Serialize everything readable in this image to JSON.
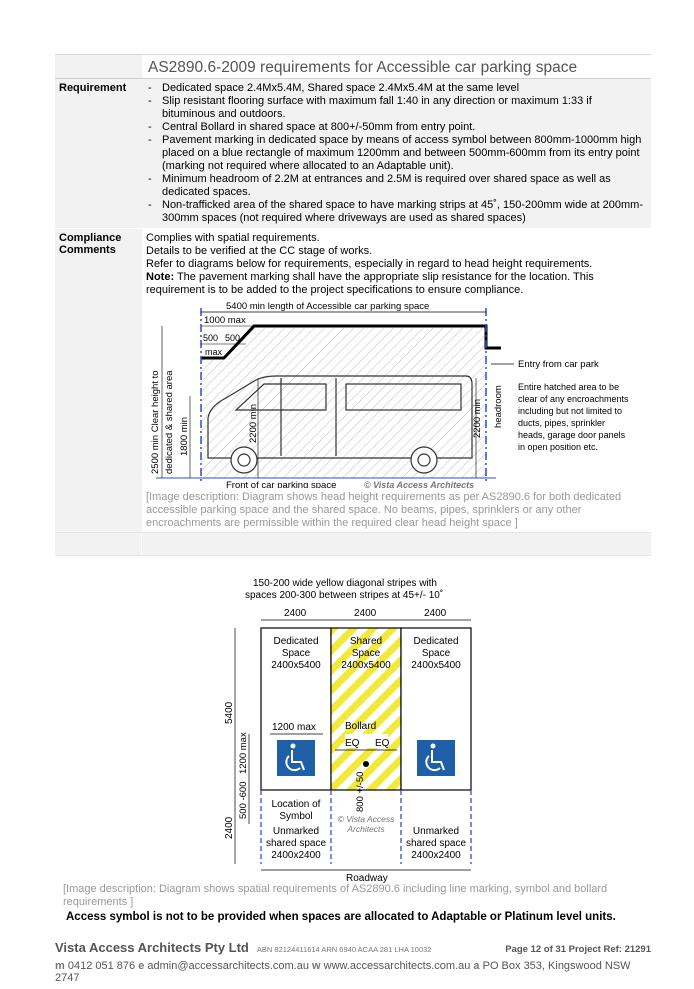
{
  "table": {
    "title": "AS2890.6-2009 requirements for Accessible car parking space",
    "requirement_label": "Requirement",
    "requirements": [
      "Dedicated space 2.4Mx5.4M, Shared space 2.4Mx5.4M at the same level",
      "Slip resistant flooring surface with maximum fall 1:40 in any direction or maximum 1:33 if bituminous and outdoors.",
      "Central Bollard in shared space at 800+/-50mm from entry point.",
      "Pavement marking in dedicated space by means of access symbol between 800mm-1000mm high placed on a blue rectangle of maximum 1200mm and between 500mm-600mm from its entry point (marking not required where allocated to an Adaptable unit).",
      "Minimum headroom of 2.2M at entrances and 2.5M is required over shared space as well as dedicated spaces.",
      "Non-trafficked area of the shared space to have marking strips at 45˚, 150-200mm wide at 200mm-300mm spaces (not required where driveways are used as shared spaces)"
    ],
    "compliance_label_1": "Compliance",
    "compliance_label_2": "Comments",
    "compliance_lines": [
      "Complies with spatial requirements.",
      "Details to be verified at the CC stage of works.",
      "Refer to diagrams below for requirements, especially in regard to head height requirements."
    ],
    "note_label": "Note:",
    "note_text": " The pavement marking shall have the appropriate slip resistance for the location. This requirement is to be added to the project specifications to ensure compliance.",
    "diagram1_desc": "[Image description: Diagram shows head height requirements as per AS2890.6 for both dedicated accessible parking space and the shared space. No beams, pipes, sprinklers or any other encroachments are permissible within the required clear head height space ]"
  },
  "diagram1": {
    "top_dim": "5400 min length of Accessible car parking space",
    "d1000": "1000 max",
    "d500a": "500",
    "d500b": "500",
    "dmax": "max",
    "v2500": "2500 min Clear height to",
    "v2500b": "dedicated & shared area",
    "v1800": "1800 min",
    "v2200a": "2200 min",
    "v2200b": "2200 min",
    "headroom": "headroom",
    "entry": "Entry from car park",
    "note_lines": [
      "Entire hatched area to be",
      "clear of any encroachments",
      "including but not limited to",
      "ducts, pipes, sprinkler",
      "heads, garage door panels",
      "in open position etc."
    ],
    "front": "Front of car parking space",
    "credit": "© Vista Access Architects"
  },
  "diagram2": {
    "header1": "150-200 wide yellow diagonal stripes with",
    "header2": "spaces 200-300 between stripes at 45+/- 10˚",
    "w1": "2400",
    "w2": "2400",
    "w3": "2400",
    "ded1a": "Dedicated",
    "ded1b": "Space",
    "ded1c": "2400x5400",
    "sh_a": "Shared",
    "sh_b": "Space",
    "sh_c": "2400x5400",
    "ded2a": "Dedicated",
    "ded2b": "Space",
    "ded2c": "2400x5400",
    "h5400": "5400",
    "max1200": "1200 max",
    "bollard": "Bollard",
    "eq1": "EQ",
    "eq2": "EQ",
    "v1200": "1200 max",
    "v500": "500 -600",
    "v800": "800 +/-50",
    "h2400": "2400",
    "loc1": "Location of",
    "loc2": "Symbol",
    "credit1": "© Vista Access",
    "credit2": "Architects",
    "un1a": "Unmarked",
    "un1b": "shared space",
    "un1c": "2400x2400",
    "un2a": "Unmarked",
    "un2b": "shared space",
    "un2c": "2400x2400",
    "roadway": "Roadway"
  },
  "diagram2_desc": "[Image description: Diagram shows spatial requirements of  AS2890.6 including line marking, symbol and bollard requirements ]",
  "access_note": "Access symbol is not to be provided when spaces are allocated to Adaptable or Platinum level units.",
  "footer": {
    "company": "Vista Access Architects Pty Ltd",
    "abn": "ABN 82124411614  ARN 6940  ACAA 281  LHA 10032",
    "page": "Page 12 of 31   Project Ref: 21291",
    "m_label": "m",
    "mobile": "0412 051 876",
    "e_label": "e",
    "email": "admin@accessarchitects.com.au",
    "w_label": "w",
    "web": "www.accessarchitects.com.au",
    "a_label": "a",
    "address": "PO Box 353, Kingswood NSW 2747"
  },
  "colors": {
    "access_blue": "#1f5fa8",
    "dim_blue": "#2b4fd1",
    "stripe_yellow": "#f2ea3a"
  }
}
